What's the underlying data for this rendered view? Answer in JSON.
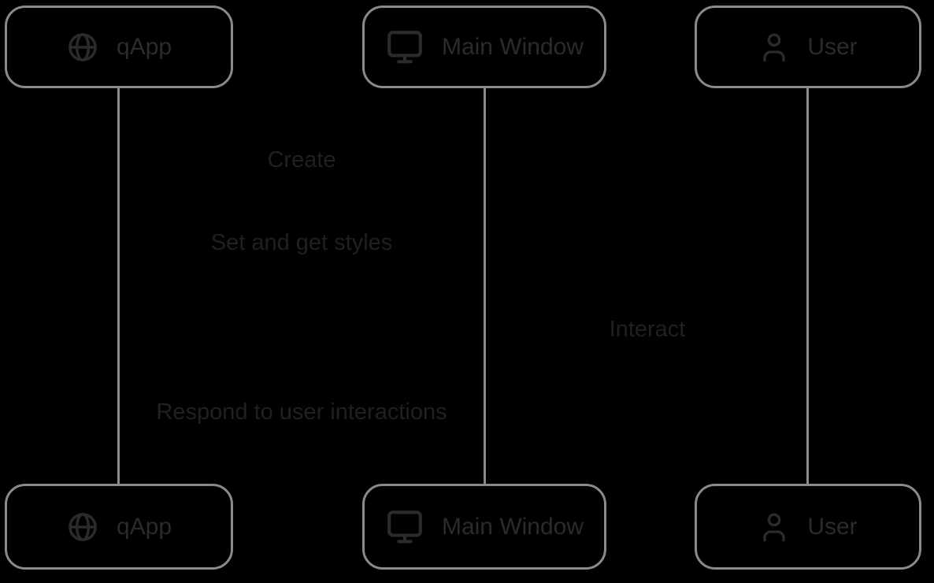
{
  "diagram": {
    "type": "sequence",
    "colors": {
      "background": "#000000",
      "line": "#8a8a8a",
      "ink": "#2b2b2e",
      "message_ink": "#202024"
    },
    "actors": [
      {
        "id": "qapp",
        "label": "qApp",
        "icon": "globe-icon"
      },
      {
        "id": "main-window",
        "label": "Main Window",
        "icon": "monitor-icon"
      },
      {
        "id": "user",
        "label": "User",
        "icon": "person-icon"
      }
    ],
    "messages": [
      {
        "text": "Create"
      },
      {
        "text": "Set and get styles"
      },
      {
        "text": "Interact"
      },
      {
        "text": "Respond to user interactions"
      }
    ]
  }
}
